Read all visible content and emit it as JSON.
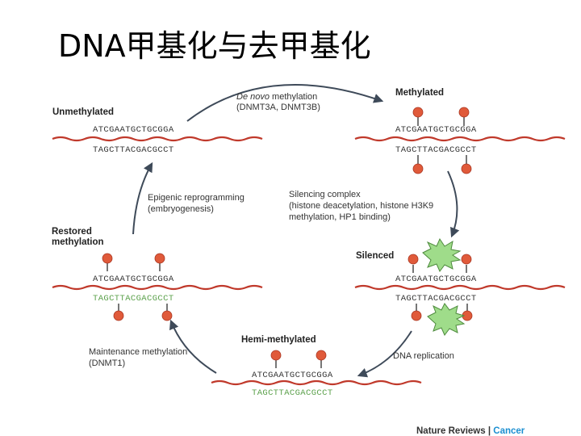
{
  "title": "DNA甲基化与去甲基化",
  "states": {
    "unmethylated": "Unmethylated",
    "methylated": "Methylated",
    "silenced": "Silenced",
    "hemi_methylated": "Hemi-methylated",
    "restored_line1": "Restored",
    "restored_line2": "methylation"
  },
  "sequences": {
    "top": "ATCGAATGCTGCGGA",
    "bottom": "TAGCTTACGACGCCT"
  },
  "processes": {
    "de_novo_italic": "De novo",
    "de_novo_rest": " methylation",
    "de_novo_enzymes": "(DNMT3A, DNMT3B)",
    "silencing_line1": "Silencing complex",
    "silencing_line2": "(histone deacetylation, histone H3K9",
    "silencing_line3": "methylation, HP1 binding)",
    "replication": "DNA replication",
    "maintenance_line1": "Maintenance methylation",
    "maintenance_line2": "(DNMT1)",
    "reprogramming_line1": "Epigenic reprogramming",
    "reprogramming_line2": "(embryogenesis)"
  },
  "credit": {
    "journal": "Nature Reviews",
    "separator": " | ",
    "section": "Cancer"
  },
  "colors": {
    "strand": "#c0392b",
    "methyl_group": "#e05a3a",
    "new_strand_text": "#5aa04a",
    "silencing_complex": "#9fdc8a",
    "arrow": "#3e4a59",
    "cancer_accent": "#1b8fd1"
  }
}
